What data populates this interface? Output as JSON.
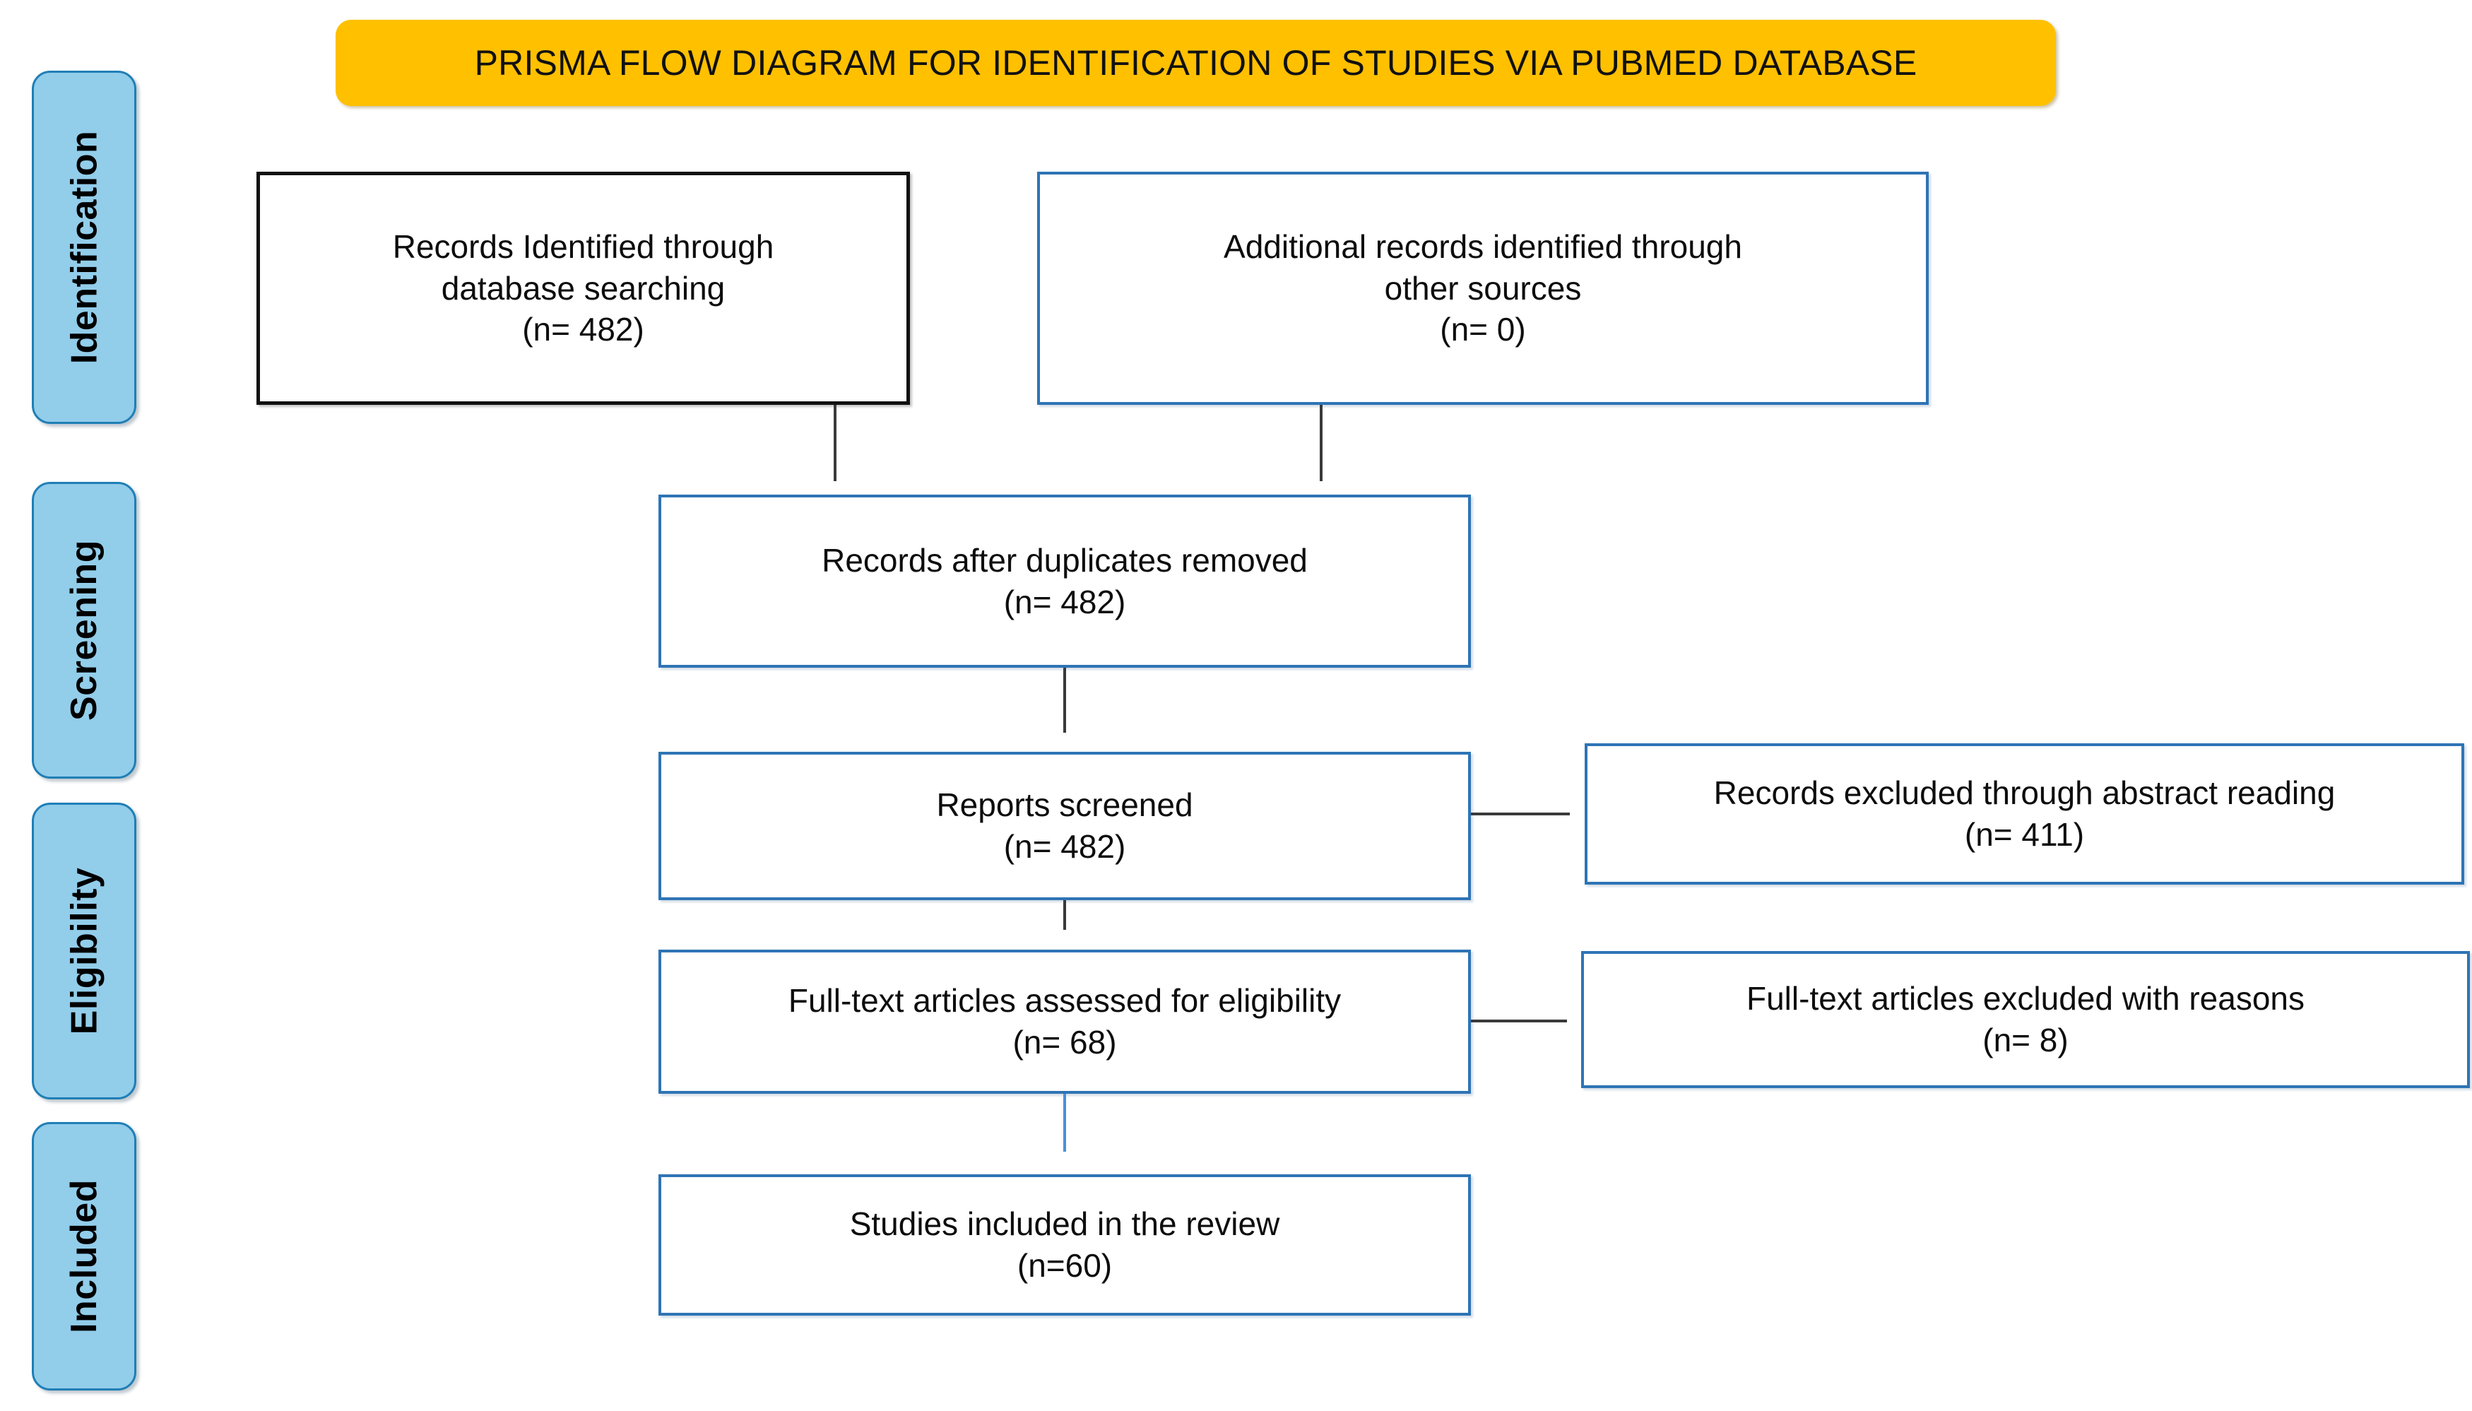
{
  "title": {
    "text": "PRISMA FLOW DIAGRAM FOR IDENTIFICATION OF STUDIES VIA PUBMED DATABASE",
    "background_color": "#FFC000"
  },
  "stages": [
    {
      "name": "identification",
      "label": "Identification"
    },
    {
      "name": "screening",
      "label": "Screening"
    },
    {
      "name": "eligibility",
      "label": "Eligibility"
    },
    {
      "name": "included",
      "label": "Included"
    }
  ],
  "stage_style": {
    "fill_color": "#92CDEA",
    "border_color": "#1F7FB6"
  },
  "boxes": {
    "db_search": {
      "line1": "Records Identified through",
      "line2": "database searching",
      "line3": "(n= 482)",
      "border_color": "#111111"
    },
    "other_sources": {
      "line1": "Additional records identified through",
      "line2": "other sources",
      "line3": "(n= 0)",
      "border_color": "#2E74B5"
    },
    "duplicates": {
      "line1": "Records after duplicates removed",
      "line2": "(n= 482)",
      "border_color": "#2E74B5"
    },
    "screened": {
      "line1": "Reports screened",
      "line2": "(n= 482)",
      "border_color": "#2E74B5"
    },
    "excluded_abstract": {
      "line1": "Records excluded through abstract reading",
      "line2": "(n= 411)",
      "border_color": "#2E74B5"
    },
    "fulltext": {
      "line1": "Full-text articles assessed for eligibility",
      "line2": "(n= 68)",
      "border_color": "#2E74B5"
    },
    "excluded_fulltext": {
      "line1": "Full-text articles excluded with reasons",
      "line2": "(n= 8)",
      "border_color": "#2E74B5"
    },
    "included": {
      "line1": "Studies included in the review",
      "line2": "(n=60)",
      "border_color": "#2E74B5"
    }
  },
  "chart_data": {
    "type": "diagram",
    "title": "PRISMA FLOW DIAGRAM FOR IDENTIFICATION OF STUDIES VIA PUBMED DATABASE",
    "stages": [
      "Identification",
      "Screening",
      "Eligibility",
      "Included"
    ],
    "nodes": [
      {
        "id": "db_search",
        "stage": "Identification",
        "label": "Records Identified through database searching",
        "n": 482
      },
      {
        "id": "other_sources",
        "stage": "Identification",
        "label": "Additional records identified through other sources",
        "n": 0
      },
      {
        "id": "duplicates",
        "stage": "Screening",
        "label": "Records after duplicates removed",
        "n": 482
      },
      {
        "id": "screened",
        "stage": "Screening",
        "label": "Reports screened",
        "n": 482
      },
      {
        "id": "excluded_abstract",
        "stage": "Screening",
        "label": "Records excluded through abstract reading",
        "n": 411
      },
      {
        "id": "fulltext",
        "stage": "Eligibility",
        "label": "Full-text articles assessed for eligibility",
        "n": 68
      },
      {
        "id": "excluded_fulltext",
        "stage": "Eligibility",
        "label": "Full-text articles excluded with reasons",
        "n": 8
      },
      {
        "id": "included",
        "stage": "Included",
        "label": "Studies included in the review",
        "n": 60
      }
    ],
    "edges": [
      {
        "from": "db_search",
        "to": "duplicates",
        "direction": "down"
      },
      {
        "from": "other_sources",
        "to": "duplicates",
        "direction": "down"
      },
      {
        "from": "duplicates",
        "to": "screened",
        "direction": "down"
      },
      {
        "from": "screened",
        "to": "excluded_abstract",
        "direction": "right"
      },
      {
        "from": "screened",
        "to": "fulltext",
        "direction": "down"
      },
      {
        "from": "fulltext",
        "to": "excluded_fulltext",
        "direction": "right"
      },
      {
        "from": "fulltext",
        "to": "included",
        "direction": "down"
      }
    ]
  }
}
